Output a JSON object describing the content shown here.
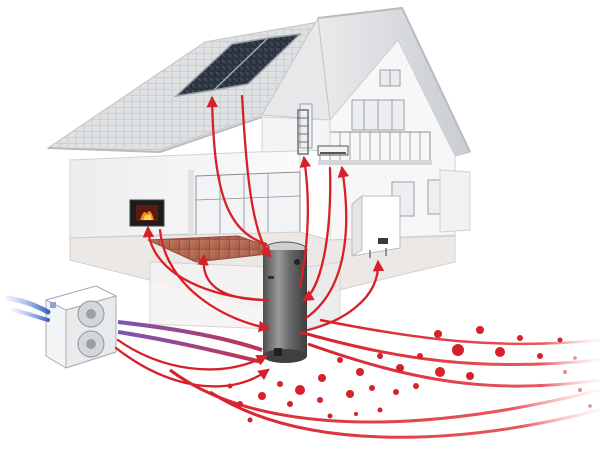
{
  "scene": {
    "elements": [
      "house",
      "solar-collector",
      "fireplace-stove",
      "underfloor-heating",
      "heat-pump-outdoor-unit",
      "hot-water-storage-tank",
      "wall-mounted-boiler",
      "bathroom-radiator",
      "balcony-air-unit",
      "ground-heat-flow"
    ]
  },
  "colors": {
    "flow_red": "#d6202a",
    "flow_blue": "#5e7fd0",
    "flow_violet": "#8a4a9a",
    "wall": "#f2f2f2",
    "roof": "#e4e6e8",
    "tank": "#7a7a7a",
    "floor_tile": "#b46b52"
  }
}
